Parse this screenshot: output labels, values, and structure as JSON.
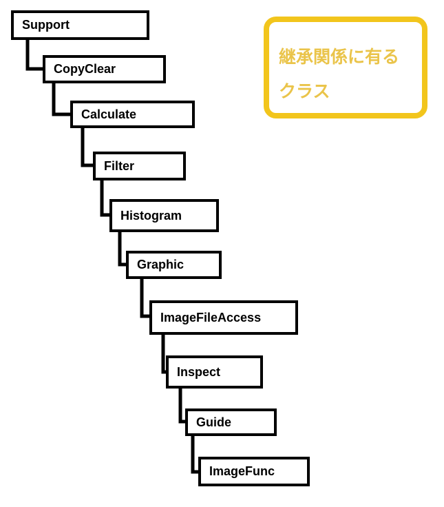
{
  "classes": [
    "Support",
    "CopyClear",
    "Calculate",
    "Filter",
    "Histogram",
    "Graphic",
    "ImageFileAccess",
    "Inspect",
    "Guide",
    "ImageFunc"
  ],
  "legend": {
    "line1": "継承関係に有る",
    "line2": "クラス"
  },
  "colors": {
    "box_border": "#000000",
    "legend_border": "#f2c51c",
    "legend_text": "#eac44a"
  }
}
